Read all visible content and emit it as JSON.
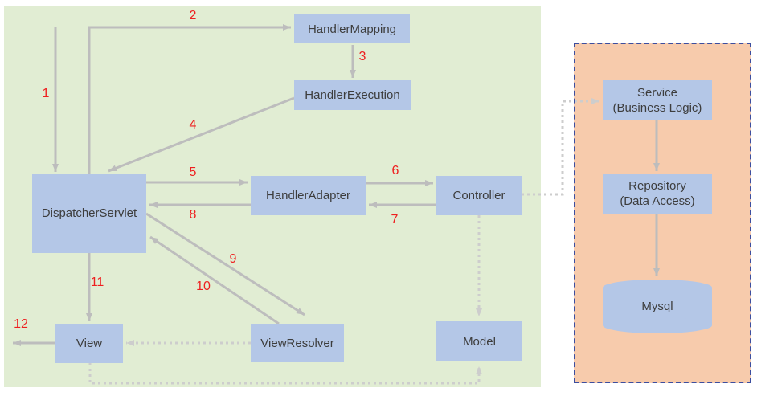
{
  "diagram_type": "spring-mvc-architecture",
  "nodes": {
    "handler_mapping": {
      "label": "HandlerMapping"
    },
    "handler_execution": {
      "label": "HandlerExecution"
    },
    "dispatcher_servlet": {
      "label": "DispatcherServlet"
    },
    "handler_adapter": {
      "label": "HandlerAdapter"
    },
    "controller": {
      "label": "Controller"
    },
    "model": {
      "label": "Model"
    },
    "view": {
      "label": "View"
    },
    "view_resolver": {
      "label": "ViewResolver"
    },
    "service": {
      "line1": "Service",
      "line2": "(Business Logic)"
    },
    "repository": {
      "line1": "Repository",
      "line2": "(Data Access)"
    },
    "mysql": {
      "label": "Mysql"
    }
  },
  "step_labels": [
    "1",
    "2",
    "3",
    "4",
    "5",
    "6",
    "7",
    "8",
    "9",
    "10",
    "11",
    "12"
  ],
  "edges": [
    {
      "step": "1",
      "to": "DispatcherServlet",
      "style": "solid"
    },
    {
      "step": "2",
      "from": "DispatcherServlet",
      "to": "HandlerMapping",
      "style": "solid"
    },
    {
      "step": "3",
      "from": "HandlerMapping",
      "to": "HandlerExecution",
      "style": "solid"
    },
    {
      "step": "4",
      "from": "HandlerExecution",
      "to": "DispatcherServlet",
      "style": "solid"
    },
    {
      "step": "5",
      "from": "DispatcherServlet",
      "to": "HandlerAdapter",
      "style": "solid"
    },
    {
      "step": "6",
      "from": "HandlerAdapter",
      "to": "Controller",
      "style": "solid"
    },
    {
      "step": "7",
      "from": "Controller",
      "to": "HandlerAdapter",
      "style": "solid"
    },
    {
      "step": "8",
      "from": "HandlerAdapter",
      "to": "DispatcherServlet",
      "style": "solid"
    },
    {
      "step": "9",
      "from": "DispatcherServlet",
      "to": "ViewResolver",
      "style": "solid"
    },
    {
      "step": "10",
      "from": "ViewResolver",
      "to": "DispatcherServlet",
      "style": "solid"
    },
    {
      "step": "11",
      "from": "DispatcherServlet",
      "to": "View",
      "style": "solid"
    },
    {
      "step": "12",
      "from": "View",
      "style": "solid"
    },
    {
      "from": "ViewResolver",
      "to": "View",
      "style": "dotted"
    },
    {
      "from": "Controller",
      "to": "Model",
      "style": "dotted"
    },
    {
      "from": "View",
      "to": "Model",
      "style": "dotted"
    },
    {
      "from": "Controller",
      "to": "Service",
      "style": "dotted"
    },
    {
      "from": "Service",
      "to": "Repository",
      "style": "solid"
    },
    {
      "from": "Repository",
      "to": "Mysql",
      "style": "solid"
    }
  ],
  "colors": {
    "background_green": "#e1edd3",
    "panel_orange": "#f7cbac",
    "node_blue": "#b4c7e7",
    "arrow_gray": "#bdbdbd",
    "dotted_gray": "#cdcdcd",
    "step_red": "#ee2020",
    "border_navy": "#3c4e9f"
  }
}
